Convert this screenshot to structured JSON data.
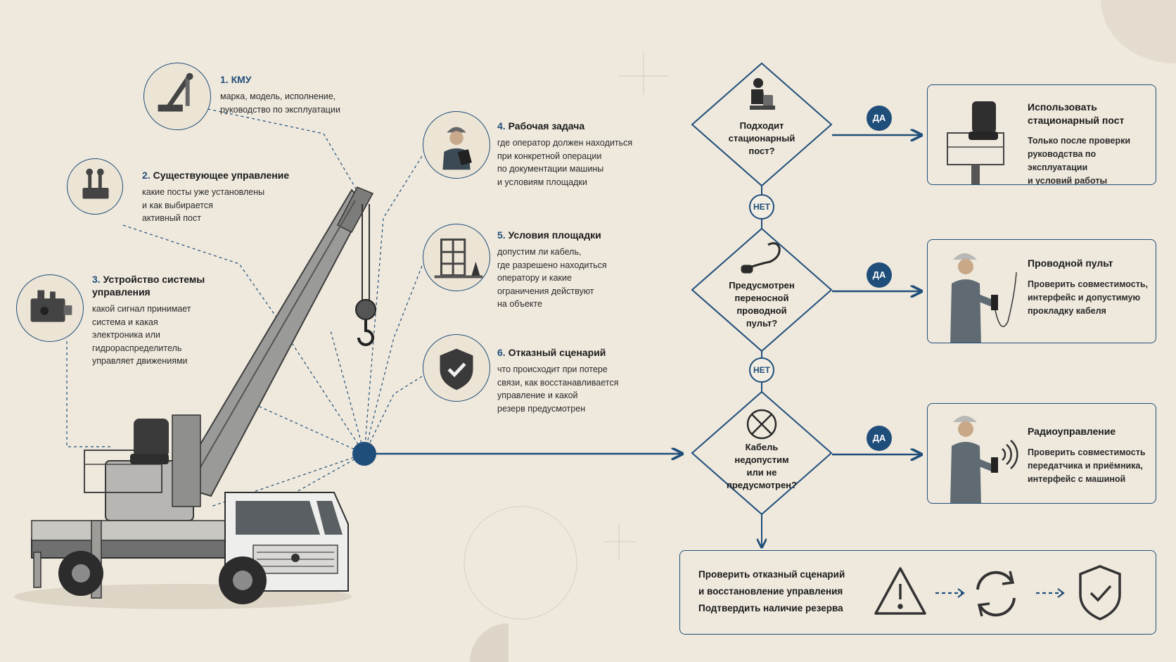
{
  "colors": {
    "accent": "#1f4e7a",
    "background": "#efe9dd",
    "text": "#2a2a2a"
  },
  "factors": [
    {
      "num": "1.",
      "title": "КМУ",
      "desc": "марка, модель, исполнение,\nруководство по эксплуатации",
      "icon": "crane-arm-icon"
    },
    {
      "num": "2.",
      "title": "Существующее управление",
      "desc": "какие посты уже установлены\nи как выбирается\nактивный пост",
      "icon": "control-levers-icon"
    },
    {
      "num": "3.",
      "title": "Устройство системы\nуправления",
      "desc": "какой сигнал принимает\nсистема и какая\nэлектроника или\nгидрораспределитель\nуправляет движениями",
      "icon": "hydraulic-valve-icon"
    },
    {
      "num": "4.",
      "title": "Рабочая задача",
      "desc": "где оператор должен находиться\nпри конкретной операции\nпо документации машины\nи условиям площадки",
      "icon": "operator-clipboard-icon"
    },
    {
      "num": "5.",
      "title": "Условия площадки",
      "desc": "допустим ли кабель,\nгде разрешено находиться\nоператору и какие\nограничения действуют\nна объекте",
      "icon": "construction-site-icon"
    },
    {
      "num": "6.",
      "title": "Отказный сценарий",
      "desc": "что происходит при потере\nсвязи, как восстанавливается\nуправление и какой\nрезерв предусмотрен",
      "icon": "shield-check-icon"
    }
  ],
  "decisions": [
    {
      "question": "Подходит\nстационарный\nпост?",
      "icon": "seated-operator-icon"
    },
    {
      "question": "Предусмотрен\nпереносной\nпроводной\nпульт?",
      "icon": "cable-remote-icon"
    },
    {
      "question": "Кабель\nнедопустим\nили не\nпредусмотрен?",
      "icon": "no-cable-icon"
    }
  ],
  "labels": {
    "yes": "ДА",
    "no": "НЕТ"
  },
  "results": [
    {
      "title": "Использовать\nстационарный пост",
      "desc": "Только после проверки\nруководства по эксплуатации\nи условий работы"
    },
    {
      "title": "Проводной пульт",
      "desc": "Проверить совместимость,\nинтерфейс и допустимую\nпрокладку кабеля"
    },
    {
      "title": "Радиоуправление",
      "desc": "Проверить совместимость\nпередатчика и приёмника,\nинтерфейс с машиной"
    }
  ],
  "final": {
    "line1": "Проверить отказный сценарий",
    "line2": "и восстановление управления",
    "line3": "Подтвердить наличие резерва"
  }
}
